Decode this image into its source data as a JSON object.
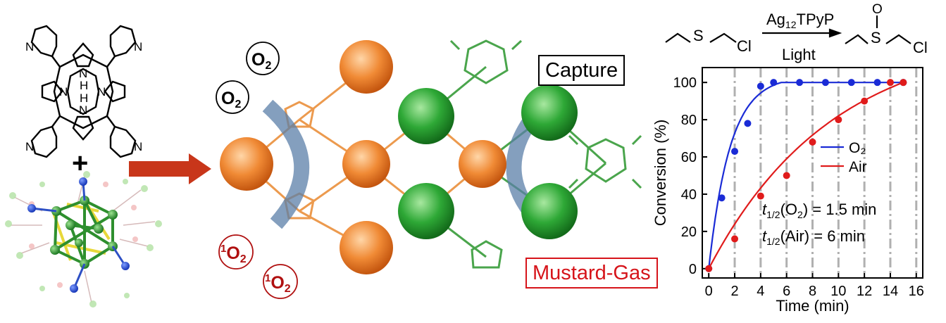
{
  "labels": {
    "o2_top": "O",
    "o2_mid": "O",
    "o2_sub": "2",
    "singlet_sup": "1",
    "singlet_a": "O",
    "singlet_b": "O",
    "singlet_sub": "2",
    "capture": "Capture",
    "mustard": "Mustard-Gas",
    "plus": "+",
    "pyrrole_n": "N",
    "pyrrole_h": "H"
  },
  "reaction": {
    "catalyst_main": "Ag",
    "catalyst_sub": "12",
    "catalyst_rest": "TPyP",
    "condition": "Light",
    "reactant_s": "S",
    "reactant_cl": "Cl",
    "product_o": "O",
    "product_s": "S",
    "product_cl": "Cl"
  },
  "colors": {
    "orange": "#e8782a",
    "green": "#2f9e35",
    "blue_series": "#1a2bd6",
    "red_series": "#e01b1b",
    "arrow": "#c8361a",
    "swoosh": "#5b7fa8",
    "singlet": "#b01010"
  },
  "chart_data": {
    "type": "line",
    "xlabel": "Time (min)",
    "ylabel": "Conversion (%)",
    "xlim": [
      -0.5,
      16.5
    ],
    "ylim": [
      -5,
      108
    ],
    "xticks": [
      0,
      2,
      4,
      6,
      8,
      10,
      12,
      14,
      16
    ],
    "yticks": [
      0,
      20,
      40,
      60,
      80,
      100
    ],
    "vgrid": [
      2,
      4,
      6,
      8,
      10,
      12,
      14,
      16
    ],
    "legend_position": "center-right",
    "series": [
      {
        "name": "O₂",
        "color": "#1a2bd6",
        "x": [
          0,
          1,
          2,
          3,
          4,
          5,
          7,
          9,
          11,
          13,
          15
        ],
        "y": [
          0,
          38,
          63,
          78,
          98,
          100,
          100,
          100,
          100,
          100,
          100
        ]
      },
      {
        "name": "Air",
        "color": "#e01b1b",
        "x": [
          0,
          2,
          4,
          6,
          8,
          10,
          12,
          14,
          15
        ],
        "y": [
          0,
          16,
          39,
          50,
          68,
          80,
          90,
          100,
          100
        ]
      }
    ],
    "annotations": [
      {
        "t": "t",
        "sub": "1/2",
        "rest": "(O",
        "sub2": "2",
        "tail": ") = 1.5 min"
      },
      {
        "t": "t",
        "sub": "1/2",
        "rest": "(Air) = 6 min"
      }
    ]
  }
}
